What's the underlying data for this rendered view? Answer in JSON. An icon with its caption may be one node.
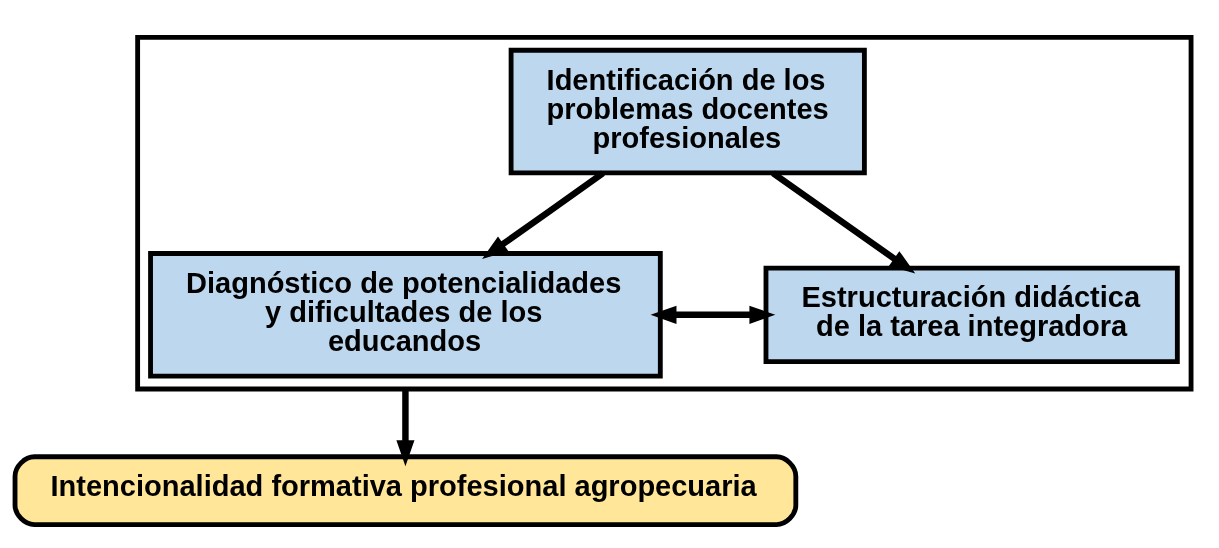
{
  "diagram": {
    "nodes": [
      {
        "text": [],
        "shape": "box"
      },
      {
        "text": [
          "Identificación de los problemas docentes profesionales"
        ],
        "in": 0
      },
      {
        "text": [
          "Diagnóstico de potencialidades y dificultades de los educandos"
        ],
        "in": 0
      },
      {
        "text": [
          "Estructuración didáctica de la tarea integradora"
        ],
        "in": 0
      },
      {
        "text": [
          "Intencionalidad formativa profesional agropecuaria"
        ]
      }
    ],
    "edges": [
      {
        "from": 1,
        "to": 2,
        "arrow": "to"
      },
      {
        "from": 1,
        "to": 3,
        "arrow": "to"
      },
      {
        "from": 2,
        "to": 3,
        "arrow": "both"
      },
      {
        "from": 0,
        "to": 4,
        "arrow": "to"
      }
    ]
  }
}
